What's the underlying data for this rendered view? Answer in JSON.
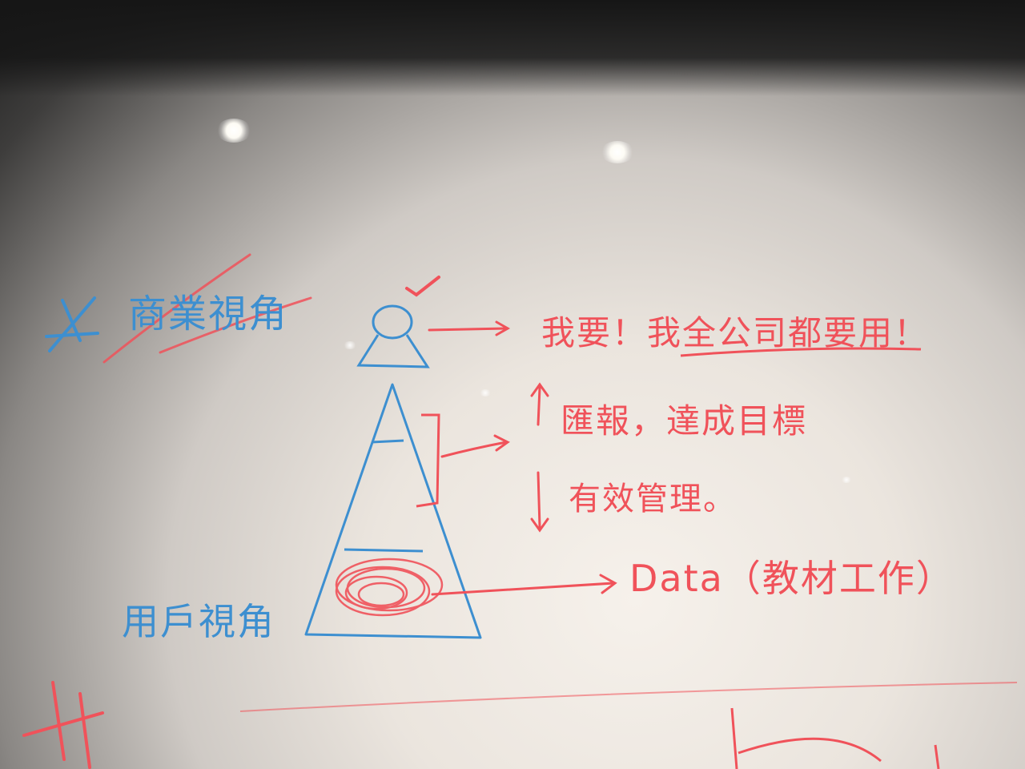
{
  "whiteboard": {
    "colors": {
      "red_marker": "#f0525a",
      "blue_marker": "#3d8fd0",
      "board": "#ebe5de"
    },
    "blue_notes": {
      "top_left_label": "商業視角",
      "bottom_left_label": "用戶視角"
    },
    "red_notes": {
      "top_right": "我要！我全公司都要用！",
      "middle_up": "匯報，達成目標",
      "middle_down": "有效管理。",
      "bottom_right": "Data（教材工作）"
    }
  }
}
